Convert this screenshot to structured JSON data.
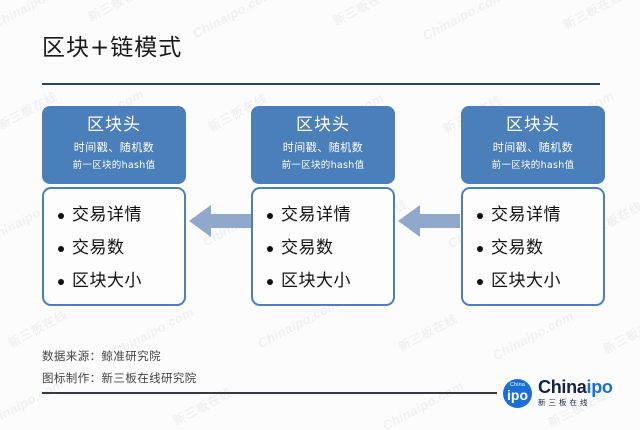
{
  "page": {
    "title": "区块+链模式",
    "background_color": "#fcfcfd",
    "rule_color": "#2a4466"
  },
  "diagram": {
    "accent_color": "#4a7fba",
    "arrow_color": "#8fa8cc",
    "blocks": [
      {
        "header_title": "区块头",
        "header_line1": "时间戳、随机数",
        "header_line2": "前一区块的hash值",
        "items": [
          "交易详情",
          "交易数",
          "区块大小"
        ]
      },
      {
        "header_title": "区块头",
        "header_line1": "时间戳、随机数",
        "header_line2": "前一区块的hash值",
        "items": [
          "交易详情",
          "交易数",
          "区块大小"
        ]
      },
      {
        "header_title": "区块头",
        "header_line1": "时间戳、随机数",
        "header_line2": "前一区块的hash值",
        "items": [
          "交易详情",
          "交易数",
          "区块大小"
        ]
      }
    ],
    "arrows": [
      {
        "direction": "left"
      },
      {
        "direction": "left"
      }
    ]
  },
  "footer": {
    "source_line": "数据来源：鲸准研究院",
    "credit_line": "图标制作：新三板在线研究院"
  },
  "logo": {
    "mark_top": "China",
    "mark_main": "ipo",
    "word_part1": "China",
    "word_part2": "ipo",
    "subtitle": "新三板在线",
    "brand_color": "#1a6fd4",
    "dark_color": "#12243f"
  },
  "watermarks": {
    "english": "Chinaipo.com",
    "chinese": "新三板在线"
  }
}
